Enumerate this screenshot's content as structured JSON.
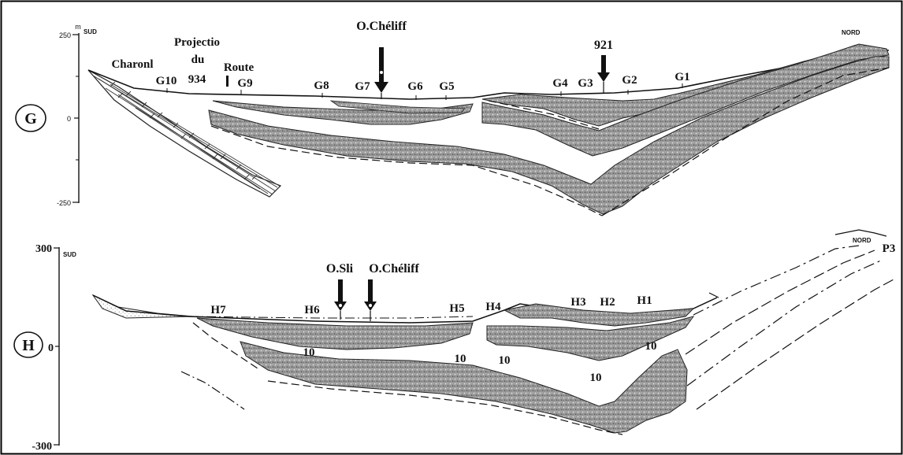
{
  "section_g": {
    "letter": "G",
    "unit": "m",
    "left_direction": "SUD",
    "right_direction": "NORD",
    "y_ticks": [
      "250",
      "0",
      "-250"
    ],
    "labels": {
      "charonl": "Charonl",
      "projectio": "Projectio",
      "du": "du",
      "n934": "934",
      "route": "Route",
      "g10": "G10",
      "g9": "G9",
      "g8": "G8",
      "g7": "G7",
      "g6": "G6",
      "g5": "G5",
      "g4": "G4",
      "g3": "G3",
      "g2": "G2",
      "g1": "G1",
      "cheliff": "O.Chéliff",
      "well_921": "921"
    }
  },
  "section_h": {
    "letter": "H",
    "left_direction": "SUD",
    "right_direction": "NORD",
    "y_ticks": [
      "300",
      "0",
      "-300"
    ],
    "labels": {
      "p3": "P3",
      "osli": "O.Sli",
      "cheliff": "O.Chéliff",
      "h7": "H7",
      "h6": "H6",
      "h5": "H5",
      "h4": "H4",
      "h3": "H3",
      "h2": "H2",
      "h1": "H1",
      "ten_a": "10",
      "ten_b": "10",
      "ten_c": "10",
      "ten_d": "10",
      "ten_e": "10"
    }
  },
  "colors": {
    "stipple": "#8f8f8f",
    "ink": "#111111",
    "border": "#000000"
  }
}
